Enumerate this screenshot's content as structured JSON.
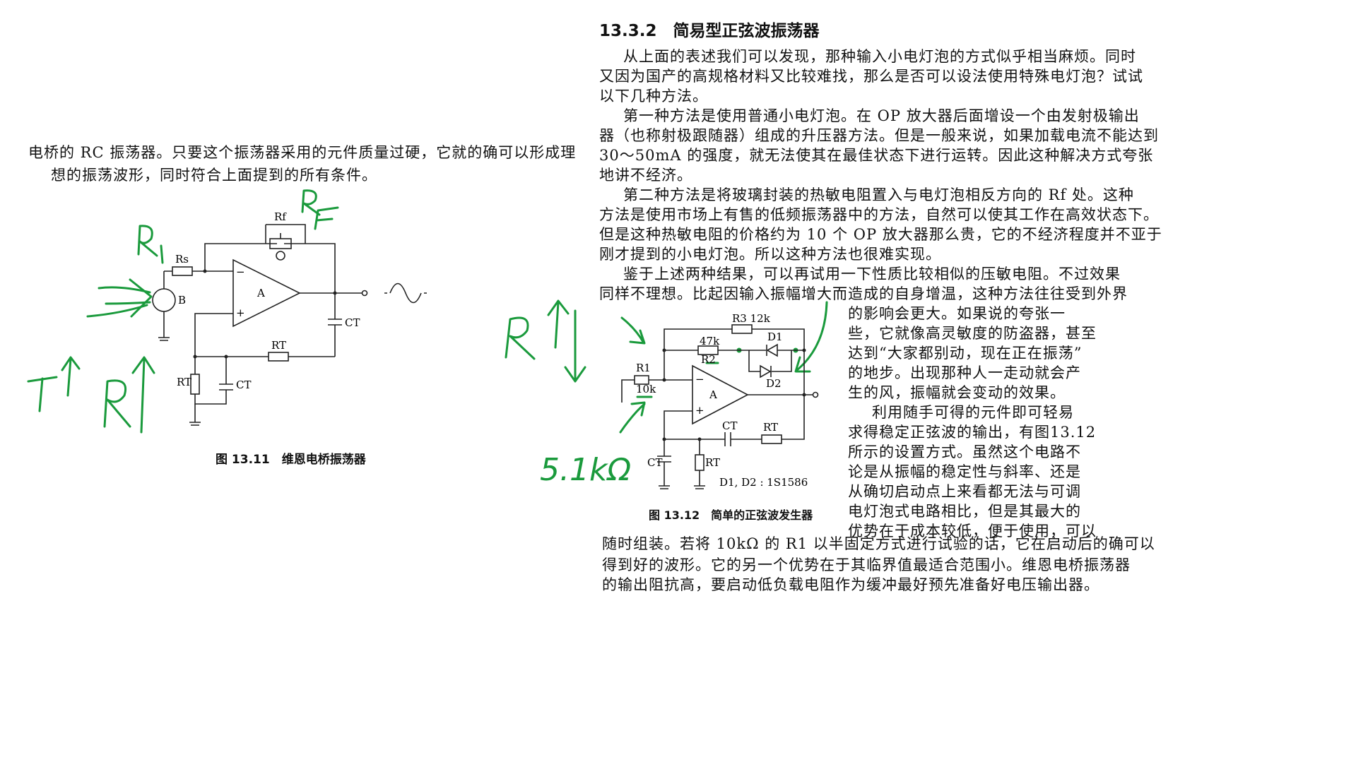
{
  "left": {
    "intro_lines": [
      "电桥的 RC 振荡器。只要这个振荡器采用的元件质量过硬，它就的确可以形成理",
      "想的振荡波形，同时符合上面提到的所有条件。"
    ],
    "figure": {
      "caption": "图 13.11　维恩电桥振荡器",
      "labels": {
        "rf": "Rf",
        "rs": "Rs",
        "a": "A",
        "b": "B",
        "ct1": "CT",
        "rt1": "RT",
        "rt2": "RT",
        "ct2": "CT",
        "minus": "−",
        "plus": "+"
      }
    },
    "handwriting": {
      "r1": "R1",
      "rf": "RF",
      "up_r1": "↑ R↑",
      "t": "T"
    }
  },
  "right": {
    "heading": "13.3.2　简易型正弦波振荡器",
    "paragraphs": [
      [
        "从上面的表述我们可以发现，那种输入小电灯泡的方式似乎相当麻烦。同时",
        "又因为国产的高规格材料又比较难找，那么是否可以设法使用特殊电灯泡？试试",
        "以下几种方法。"
      ],
      [
        "第一种方法是使用普通小电灯泡。在 OP 放大器后面增设一个由发射极输出",
        "器（也称射极跟随器）组成的升压器方法。但是一般来说，如果加载电流不能达到",
        "30～50mA 的强度，就无法使其在最佳状态下进行运转。因此这种解决方式夸张",
        "地讲不经济。"
      ],
      [
        "第二种方法是将玻璃封装的热敏电阻置入与电灯泡相反方向的 Rf 处。这种",
        "方法是使用市场上有售的低频振荡器中的方法，自然可以使其工作在高效状态下。",
        "但是这种热敏电阻的价格约为 10 个 OP 放大器那么贵，它的不经济程度并不亚于",
        "刚才提到的小电灯泡。所以这种方法也很难实现。"
      ],
      [
        "鉴于上述两种结果，可以再试用一下性质比较相似的压敏电阻。不过效果",
        "同样不理想。比起因输入振幅增大而造成的自身增温，这种方法往往受到外界"
      ]
    ],
    "wrap_lines": [
      "的影响会更大。如果说的夸张一",
      "些，它就像高灵敏度的防盗器，甚至",
      "达到“大家都别动，现在正在振荡”",
      "的地步。出现那种人一走动就会产",
      "生的风，振幅就会变动的效果。",
      "利用随手可得的元件即可轻易",
      "求得稳定正弦波的输出，有图13.12",
      "所示的设置方式。虽然这个电路不",
      "论是从振幅的稳定性与斜率、还是",
      "从确切启动点上来看都无法与可调",
      "电灯泡式电路相比，但是其最大的",
      "优势在于成本较低，便于使用，可以"
    ],
    "tail_lines": [
      "随时组装。若将 10kΩ 的 R1 以半固定方式进行试验的话，它在启动后的确可以",
      "得到好的波形。它的另一个优势在于其临界值最适合范围小。维恩电桥振荡器",
      "的输出阻抗高，要启动低负载电阻作为缓冲最好预先准备好电压输出器。"
    ],
    "figure": {
      "caption": "图 13.12　简单的正弦波发生器",
      "labels": {
        "r3": "R3 12k",
        "r2val": "47k",
        "r2": "R2",
        "d1": "D1",
        "d2": "D2",
        "r1": "R1",
        "r1val": "10k",
        "a": "A",
        "ct1": "CT",
        "rt1": "RT",
        "ct2": "CT",
        "rt2": "RT",
        "diodes": "D1, D2 : 1S1586",
        "minus": "−",
        "plus": "+"
      }
    },
    "handwriting": {
      "r_up_down": "R↑↓",
      "value": "5.1kΩ"
    }
  }
}
